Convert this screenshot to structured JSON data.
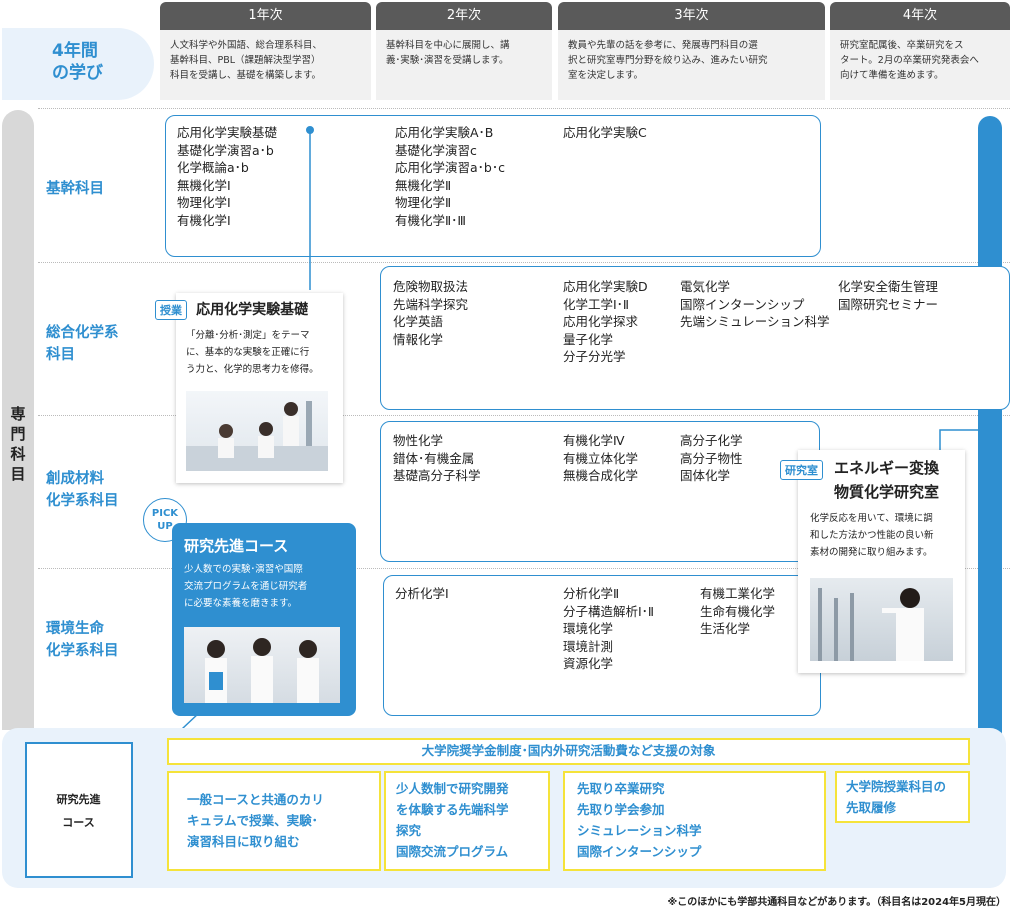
{
  "header": {
    "four_years": [
      "4年間",
      "の学び"
    ],
    "years": [
      {
        "label": "1年次",
        "desc": [
          "人文科学や外国語、総合理系科目、",
          "基幹科目、PBL（課題解決型学習）",
          "科目を受講し、基礎を構築します。"
        ]
      },
      {
        "label": "2年次",
        "desc": [
          "基幹科目を中心に展開し、講",
          "義･実験･演習を受講します。"
        ]
      },
      {
        "label": "3年次",
        "desc": [
          "教員や先輩の話を参考に、発展専門科目の選",
          "択と研究室専門分野を絞り込み、進みたい研究",
          "室を決定します。"
        ]
      },
      {
        "label": "4年次",
        "desc": [
          "研究室配属後、卒業研究をス",
          "タート。2月の卒業研究発表会へ",
          "向けて準備を進めます。"
        ]
      }
    ]
  },
  "side_label": "専門科目",
  "rows": [
    {
      "label": [
        "基幹科目"
      ],
      "columns": [
        [
          "応用化学実験基礎",
          "基礎化学演習a･b",
          "化学概論a･b",
          "無機化学Ⅰ",
          "物理化学Ⅰ",
          "有機化学Ⅰ"
        ],
        [
          "応用化学実験A･B",
          "基礎化学演習c",
          "応用化学演習a･b･c",
          "無機化学Ⅱ",
          "物理化学Ⅱ",
          "有機化学Ⅱ･Ⅲ"
        ],
        [
          "応用化学実験C"
        ]
      ]
    },
    {
      "label": [
        "総合化学系",
        "科目"
      ],
      "columns": [
        [
          "危険物取扱法",
          "先端科学探究",
          "化学英語",
          "情報化学"
        ],
        [
          "応用化学実験D",
          "化学工学Ⅰ･Ⅱ",
          "応用化学探求",
          "量子化学",
          "分子分光学"
        ],
        [
          "電気化学",
          "国際インターンシップ",
          "先端シミュレーション科学"
        ],
        [
          "化学安全衛生管理",
          "国際研究セミナー"
        ]
      ]
    },
    {
      "label": [
        "創成材料",
        "化学系科目"
      ],
      "columns": [
        [
          "物性化学",
          "錯体･有機金属",
          "基礎高分子科学"
        ],
        [
          "有機化学Ⅳ",
          "有機立体化学",
          "無機合成化学"
        ],
        [
          "高分子化学",
          "高分子物性",
          "固体化学"
        ]
      ]
    },
    {
      "label": [
        "環境生命",
        "化学系科目"
      ],
      "columns": [
        [
          "分析化学Ⅰ"
        ],
        [
          "分析化学Ⅱ",
          "分子構造解析Ⅰ･Ⅱ",
          "環境化学",
          "環境計測",
          "資源化学"
        ],
        [
          "有機工業化学",
          "生命有機化学",
          "生活化学"
        ]
      ]
    }
  ],
  "pickup_class": {
    "tag": "授業",
    "title": "応用化学実験基礎",
    "text": [
      "「分離･分析･測定」をテーマ",
      "に、基本的な実験を正確に行",
      "う力と、化学的思考力を修得。"
    ]
  },
  "pickup_course": {
    "badge": [
      "PICK",
      "UP"
    ],
    "title": "研究先進コース",
    "text": [
      "少人数での実験･演習や国際",
      "交流プログラムを通じ研究者",
      "に必要な素養を磨きます。"
    ]
  },
  "pickup_lab": {
    "tag": "研究室",
    "title": [
      "エネルギー変換",
      "物質化学研究室"
    ],
    "text": [
      "化学反応を用いて、環境に調",
      "和した方法かつ性能の良い新",
      "素材の開発に取り組みます。"
    ]
  },
  "advanced_course": {
    "label": [
      "研究先進",
      "コース"
    ],
    "support": "大学院奨学金制度･国内外研究活動費など支援の対象",
    "boxes": [
      [
        "一般コースと共通のカリ",
        "キュラムで授業、実験･",
        "演習科目に取り組む"
      ],
      [
        "少人数制で研究開発",
        "を体験する先端科学",
        "探究",
        "国際交流プログラム"
      ],
      [
        "先取り卒業研究",
        "先取り学会参加",
        "シミュレーション科学",
        "国際インターンシップ"
      ],
      [
        "大学院授業科目の",
        "先取履修"
      ]
    ]
  },
  "footnote": "※このほかにも学部共通科目などがあります。（科目名は2024年5月現在）",
  "colors": {
    "accent": "#2f8fd0",
    "highlight": "#f5e33a",
    "header": "#5a5a5a"
  }
}
